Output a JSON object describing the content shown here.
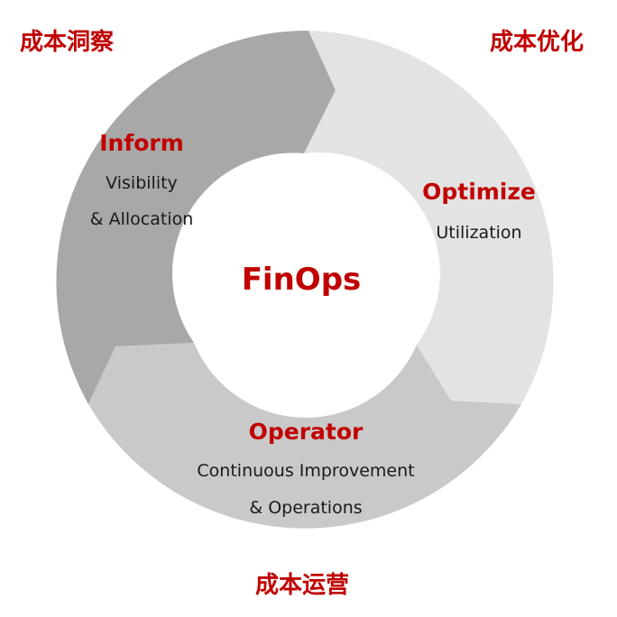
{
  "colors": {
    "accent": "#c00000",
    "segment_inform": "#a8a8a8",
    "segment_optimize": "#e3e3e3",
    "segment_operator": "#c9c9c9",
    "text": "#1a1a1a",
    "background": "#ffffff"
  },
  "corners": {
    "top_left": "成本洞察",
    "top_right": "成本优化",
    "bottom": "成本运营"
  },
  "center": {
    "label": "FinOps"
  },
  "phases": {
    "inform": {
      "title": "Inform",
      "desc_line1": "Visibility",
      "desc_line2": "& Allocation"
    },
    "optimize": {
      "title": "Optimize",
      "desc_line1": "Utilization"
    },
    "operator": {
      "title": "Operator",
      "desc_line1": "Continuous Improvement",
      "desc_line2": "& Operations"
    }
  }
}
